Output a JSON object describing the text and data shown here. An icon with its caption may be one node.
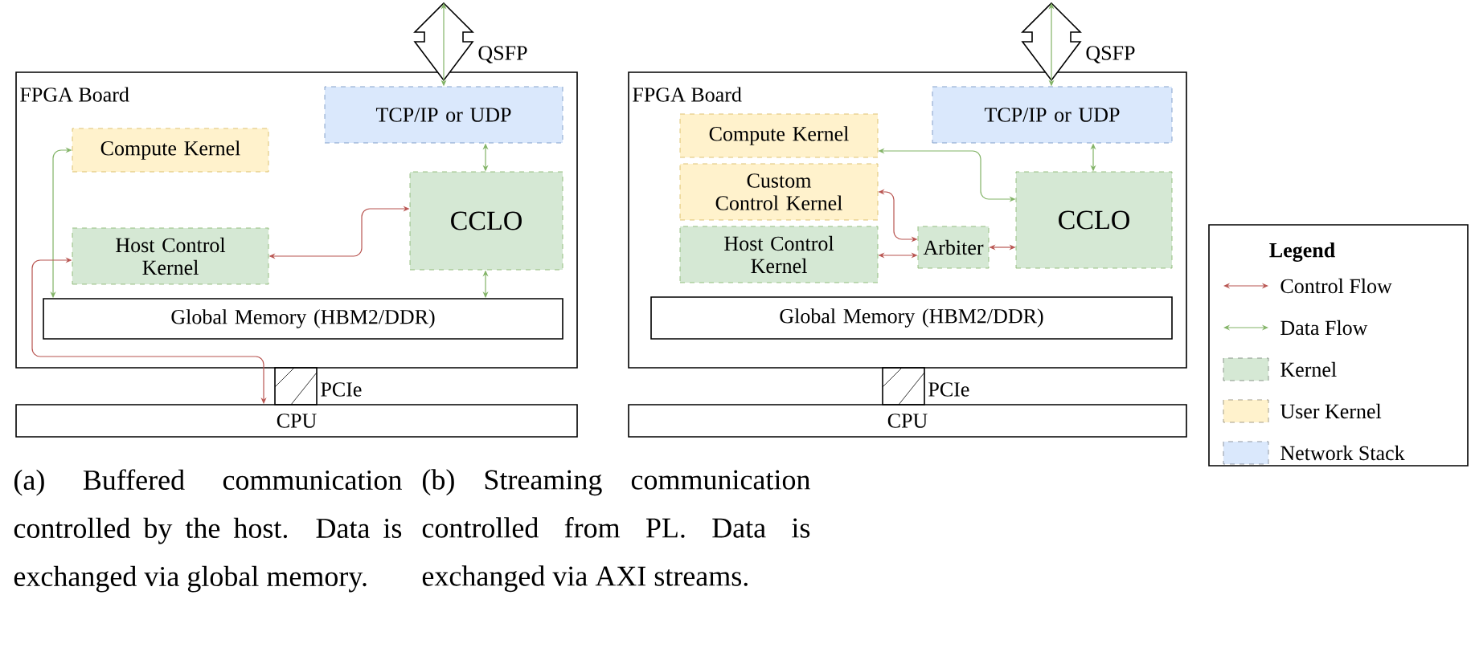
{
  "diagram": {
    "nodes": [
      {
        "text": [
          "FPGA Board"
        ]
      },
      {
        "text": [
          "TCP/IP or UDP"
        ],
        "in": 0
      },
      {
        "text": [
          "Compute Kernel"
        ],
        "in": 0
      },
      {
        "text": [
          "CCLO"
        ],
        "in": 0
      },
      {
        "text": [
          "Host Control Kernel"
        ],
        "in": 0
      },
      {
        "text": [
          "Global Memory (HBM2/DDR)"
        ],
        "in": 0
      },
      {
        "text": [
          "QSFP"
        ]
      },
      {
        "text": [
          "PCIe"
        ]
      },
      {
        "text": [
          "CPU"
        ]
      },
      {
        "text": [
          "FPGA Board"
        ]
      },
      {
        "text": [
          "TCP/IP or UDP"
        ],
        "in": 9
      },
      {
        "text": [
          "Compute Kernel"
        ],
        "in": 9
      },
      {
        "text": [
          "Custom Control Kernel"
        ],
        "in": 9
      },
      {
        "text": [
          "Host Control Kernel"
        ],
        "in": 9
      },
      {
        "text": [
          "Arbiter"
        ],
        "in": 9
      },
      {
        "text": [
          "CCLO"
        ],
        "in": 9
      },
      {
        "text": [
          "Global Memory (HBM2/DDR)"
        ],
        "in": 9
      },
      {
        "text": [
          "QSFP"
        ]
      },
      {
        "text": [
          "PCIe"
        ]
      },
      {
        "text": [
          "CPU"
        ]
      }
    ],
    "edges": [
      {
        "from": 6,
        "to": 1,
        "arrow": "both"
      },
      {
        "from": 1,
        "to": 3,
        "arrow": "both"
      },
      {
        "from": 3,
        "to": 5,
        "arrow": "both"
      },
      {
        "from": 2,
        "to": 5,
        "arrow": "both"
      },
      {
        "from": 4,
        "to": 3,
        "arrow": "both",
        "color": "#b85450"
      },
      {
        "from": 4,
        "to": 8,
        "arrow": "both",
        "color": "#b85450"
      },
      {
        "from": 17,
        "to": 10,
        "arrow": "both"
      },
      {
        "from": 10,
        "to": 15,
        "arrow": "both"
      },
      {
        "from": 11,
        "to": 15,
        "arrow": "both"
      },
      {
        "from": 12,
        "to": 14,
        "arrow": "both",
        "color": "#b85450"
      },
      {
        "from": 13,
        "to": 14,
        "arrow": "both",
        "color": "#b85450"
      },
      {
        "from": 14,
        "to": 15,
        "arrow": "both",
        "color": "#b85450"
      }
    ],
    "labels": [
      "Legend",
      "(a) Buffered communication controlled by the host. Data is exchanged via global memory.",
      "(b) Streaming communication controlled from PL. Data is exchanged via AXI streams."
    ],
    "legend": [
      {
        "text": "Control Flow"
      },
      {
        "text": "Data Flow"
      },
      {
        "text": "Kernel",
        "color": "#d5e8d4"
      },
      {
        "text": "User Kernel",
        "color": "#fff2cc"
      },
      {
        "text": "Network Stack",
        "color": "#dae8fc"
      }
    ]
  }
}
